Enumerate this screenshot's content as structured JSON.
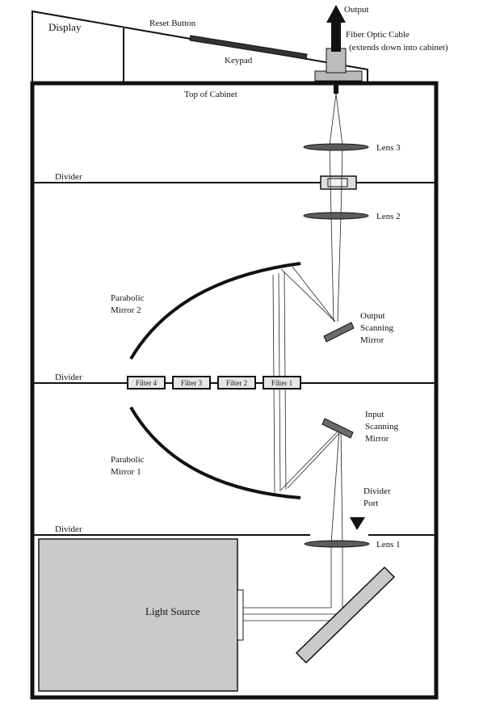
{
  "labels": {
    "display": "Display",
    "reset_button": "Reset Button",
    "keypad": "Keypad",
    "output": "Output",
    "fiber_optic_cable": "Fiber Optic Cable",
    "fiber_optic_cable_note": "(extends down into cabinet)",
    "top_of_cabinet": "Top of Cabinet",
    "lens_3": "Lens 3",
    "lens_2": "Lens 2",
    "lens_1": "Lens 1",
    "divider": "Divider",
    "parabolic_mirror_2_line1": "Parabolic",
    "parabolic_mirror_2_line2": "Mirror 2",
    "parabolic_mirror_1_line1": "Parabolic",
    "parabolic_mirror_1_line2": "Mirror 1",
    "output_scanning_mirror_line1": "Output",
    "output_scanning_mirror_line2": "Scanning",
    "output_scanning_mirror_line3": "Mirror",
    "input_scanning_mirror_line1": "Input",
    "input_scanning_mirror_line2": "Scanning",
    "input_scanning_mirror_line3": "Mirror",
    "divider_port_line1": "Divider",
    "divider_port_line2": "Port",
    "light_source": "Light Source"
  },
  "filters": [
    "Filter 4",
    "Filter 3",
    "Filter 2",
    "Filter 1"
  ],
  "colors": {
    "line": "#111111",
    "light_source_fill": "#c8cacb",
    "lens_fill": "#5c5c5c",
    "mirror_fill": "#6b6b6b",
    "filter_fill": "#e6e6e6"
  }
}
